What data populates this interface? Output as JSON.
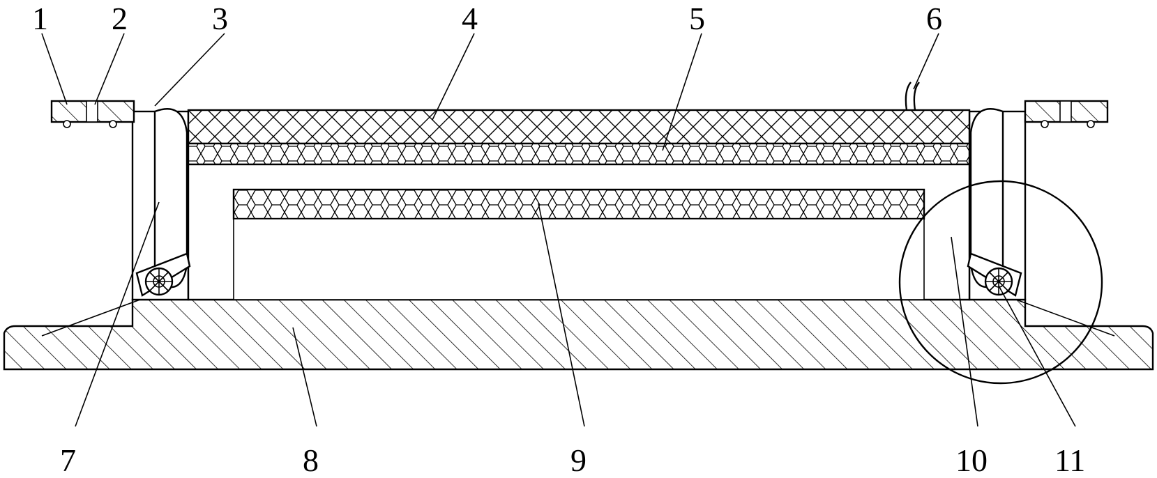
{
  "figure": {
    "callouts": [
      {
        "id": "1",
        "text": "1"
      },
      {
        "id": "2",
        "text": "2"
      },
      {
        "id": "3",
        "text": "3"
      },
      {
        "id": "4",
        "text": "4"
      },
      {
        "id": "5",
        "text": "5"
      },
      {
        "id": "6",
        "text": "6"
      },
      {
        "id": "7",
        "text": "7"
      },
      {
        "id": "8",
        "text": "8"
      },
      {
        "id": "9",
        "text": "9"
      },
      {
        "id": "10",
        "text": "10"
      },
      {
        "id": "11",
        "text": "11"
      }
    ]
  },
  "colors": {
    "line": "#000000",
    "background": "#ffffff"
  }
}
